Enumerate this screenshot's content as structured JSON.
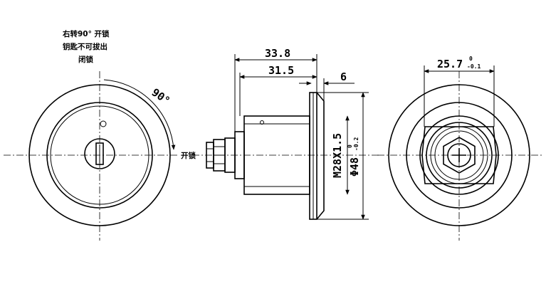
{
  "front_view": {
    "note_line1": "右转90° 开锁",
    "note_line2": "钥匙不可拔出",
    "note_line3": "闭锁",
    "angle_label": "90°",
    "open_label": "开锁"
  },
  "side_view": {
    "dim_total": "33.8",
    "dim_body": "31.5",
    "dim_flange": "6",
    "thread": "M28X1.5",
    "diameter": "Φ48",
    "dia_tol_upper": "0",
    "dia_tol_lower": "-0.2"
  },
  "rear_view": {
    "dim_width": "25.7",
    "tol_upper": "0",
    "tol_lower": "-0.1"
  }
}
